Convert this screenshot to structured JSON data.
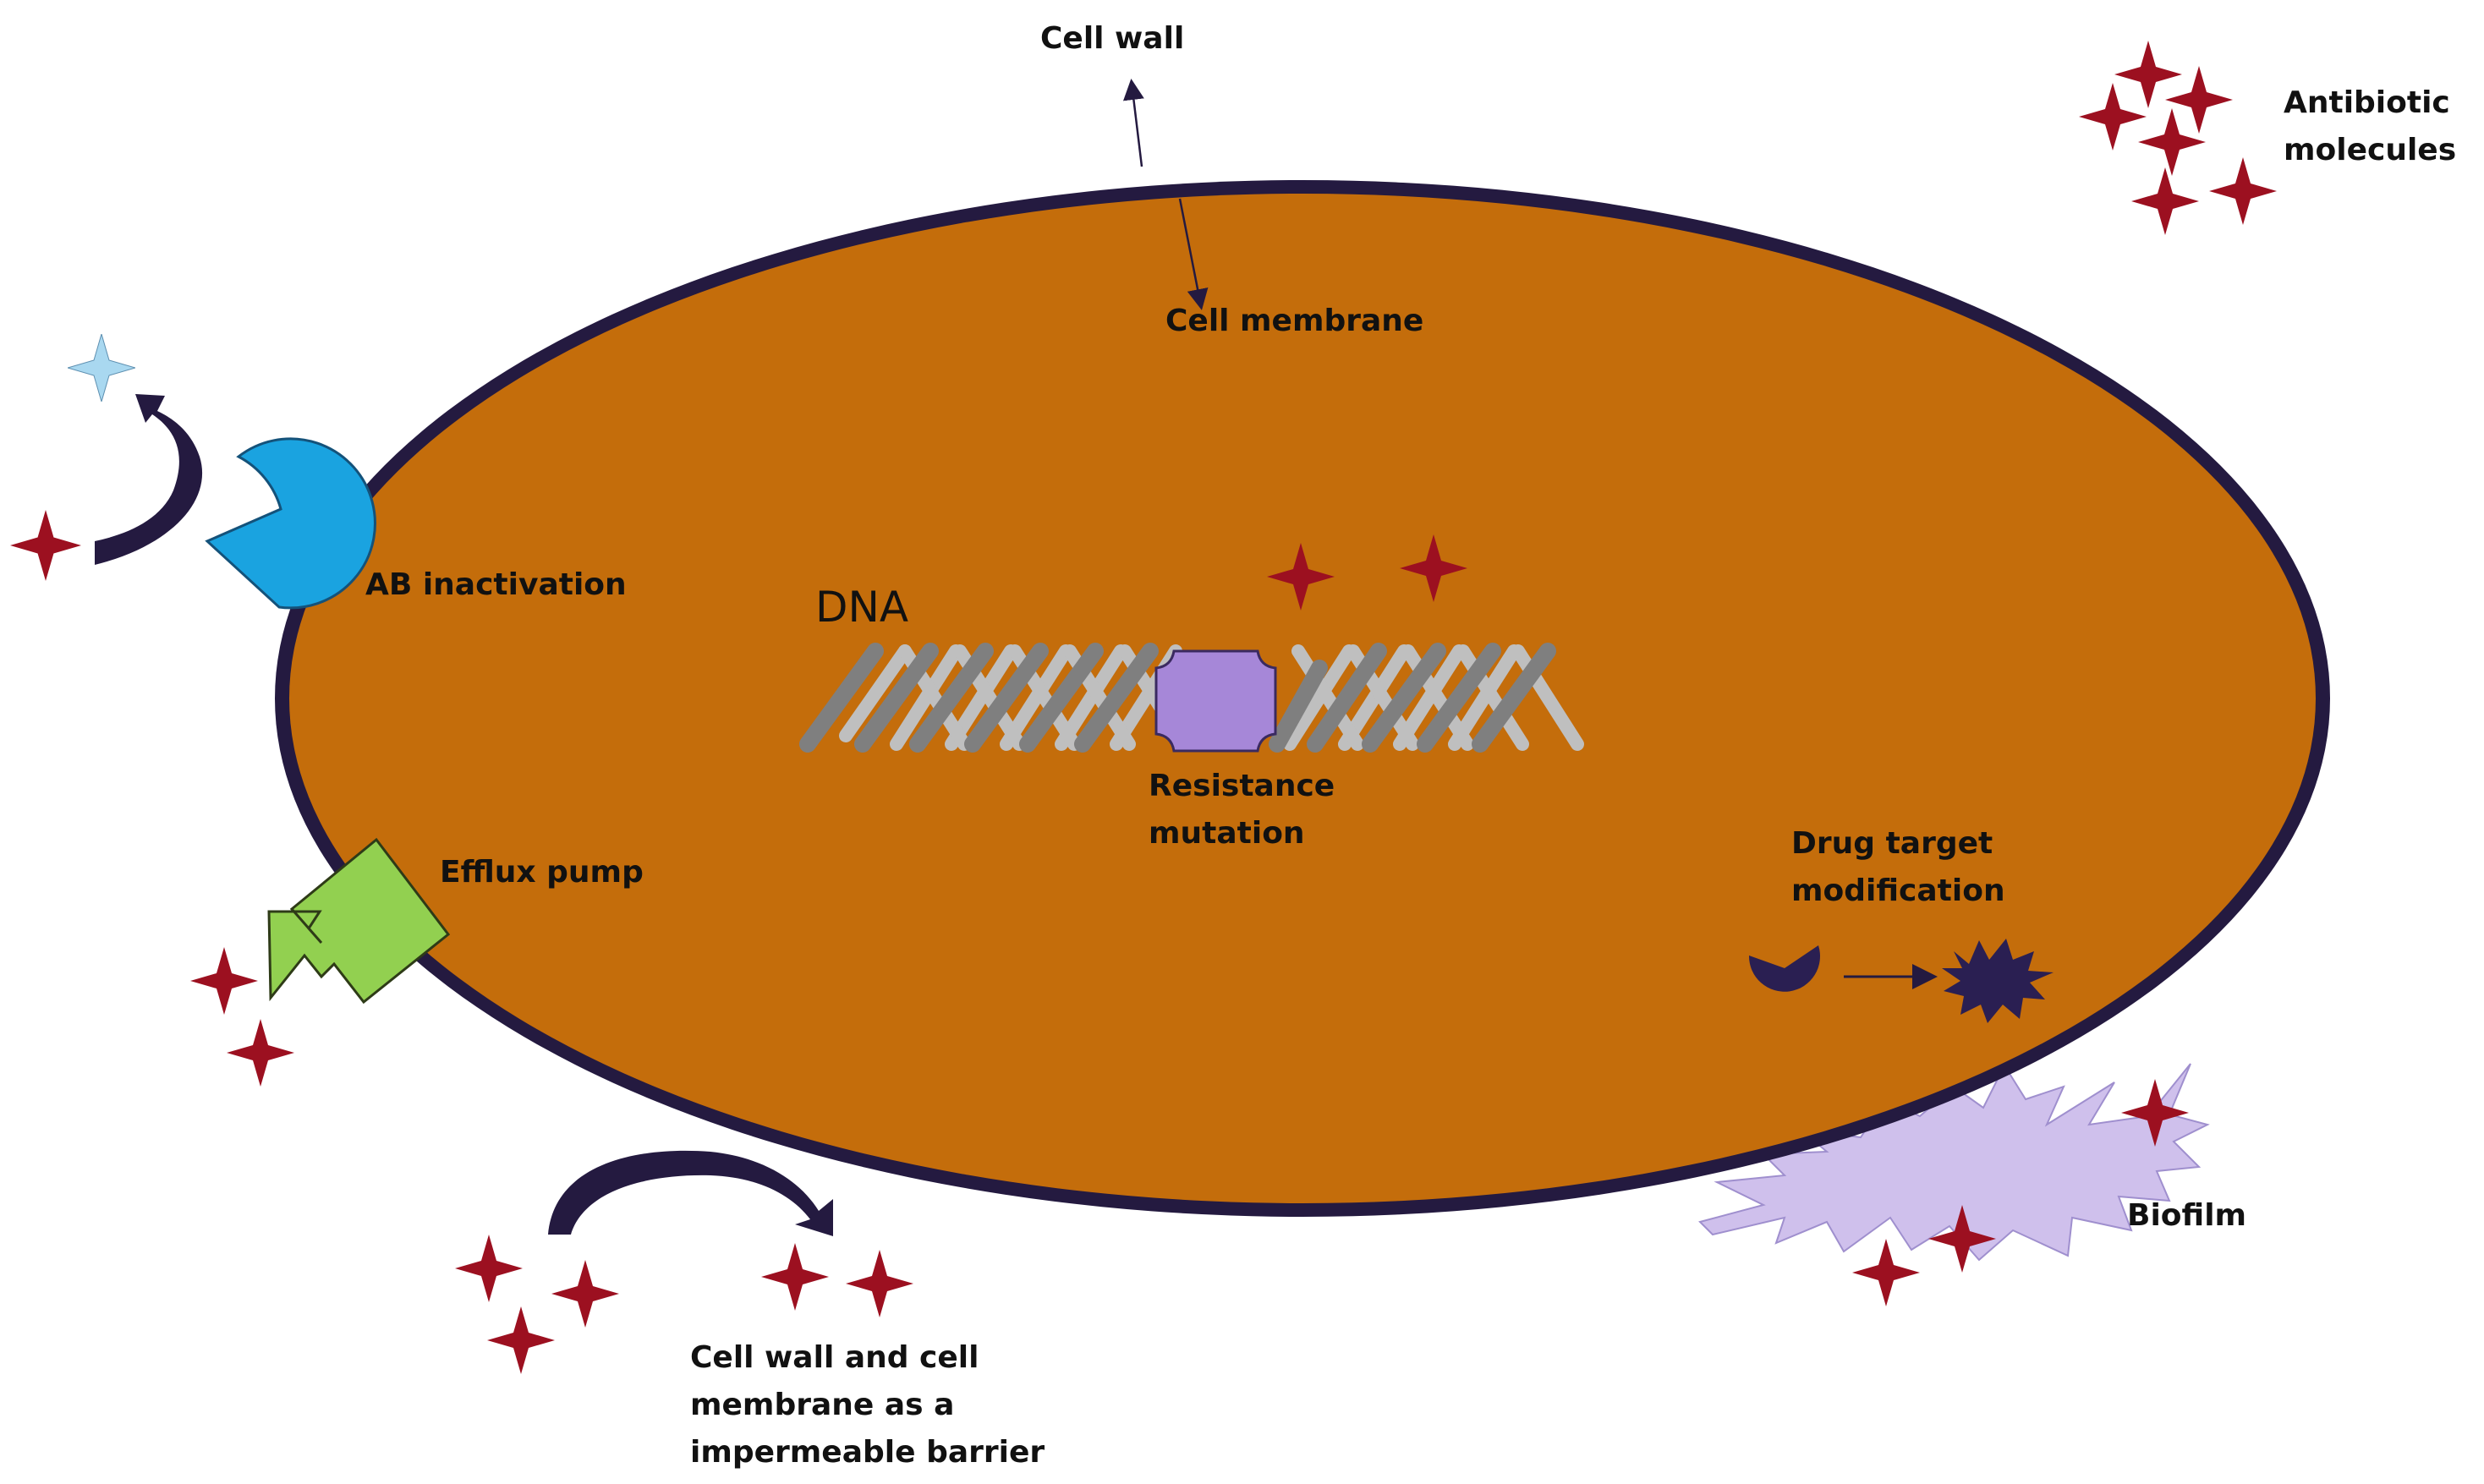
{
  "labels": {
    "cell_wall": "Cell wall",
    "cell_membrane": "Cell membrane",
    "antibiotic_molecules_line1": "Antibiotic",
    "antibiotic_molecules_line2": "molecules",
    "ab_inactivation": "AB inactivation",
    "dna": "DNA",
    "resistance_mutation_line1": "Resistance",
    "resistance_mutation_line2": "mutation",
    "efflux_pump": "Efflux pump",
    "drug_target_modification_line1": "Drug target",
    "drug_target_modification_line2": "modification",
    "biofilm": "Biofilm",
    "barrier_line1": "Cell wall and cell",
    "barrier_line2": "membrane as a",
    "barrier_line3": "impermeable barrier"
  },
  "colors": {
    "cytoplasm": "#c46d0b",
    "cell_wall": "#241a40",
    "antibiotic": "#9c1020",
    "inactivated_antibiotic": "#a9d8f0",
    "inactivating_enzyme": "#1aa3e0",
    "efflux_pump": "#92d050",
    "resistance_mutation": "#a687d8",
    "biofilm": "#cfc0ec",
    "dna_strand_dark": "#7f7f7f",
    "dna_strand_light": "#bfbfbf",
    "target": "#2a1f52"
  },
  "icons": [
    "antibiotic-star-icon",
    "inactivated-antibiotic-star-icon",
    "enzyme-pacman-icon",
    "efflux-pump-arrow-icon",
    "curved-arrow-icon",
    "target-site-icon",
    "modified-target-icon",
    "biofilm-icon",
    "dna-helix-icon"
  ]
}
